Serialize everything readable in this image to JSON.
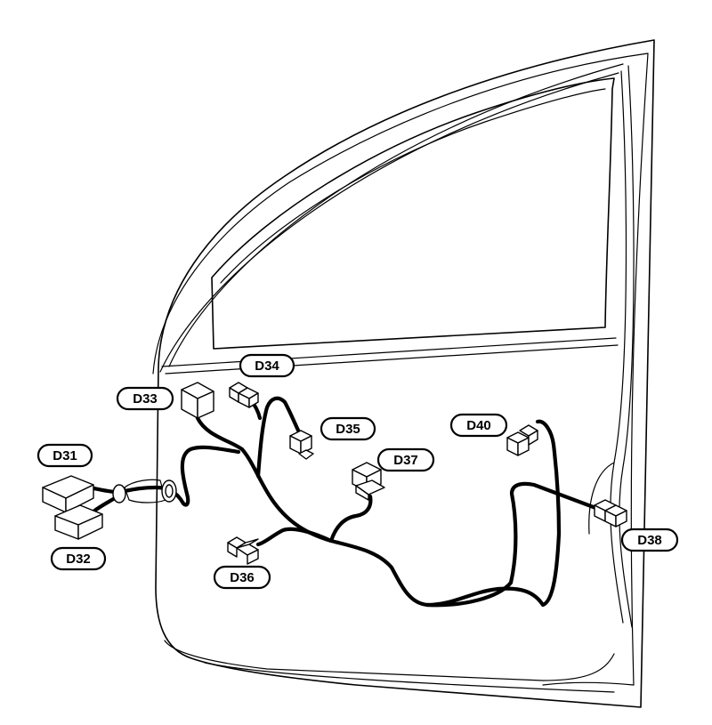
{
  "connectors": [
    {
      "id": "d31",
      "label": "D31"
    },
    {
      "id": "d32",
      "label": "D32"
    },
    {
      "id": "d33",
      "label": "D33"
    },
    {
      "id": "d34",
      "label": "D34"
    },
    {
      "id": "d35",
      "label": "D35"
    },
    {
      "id": "d36",
      "label": "D36"
    },
    {
      "id": "d37",
      "label": "D37"
    },
    {
      "id": "d38",
      "label": "D38"
    },
    {
      "id": "d40",
      "label": "D40"
    }
  ]
}
